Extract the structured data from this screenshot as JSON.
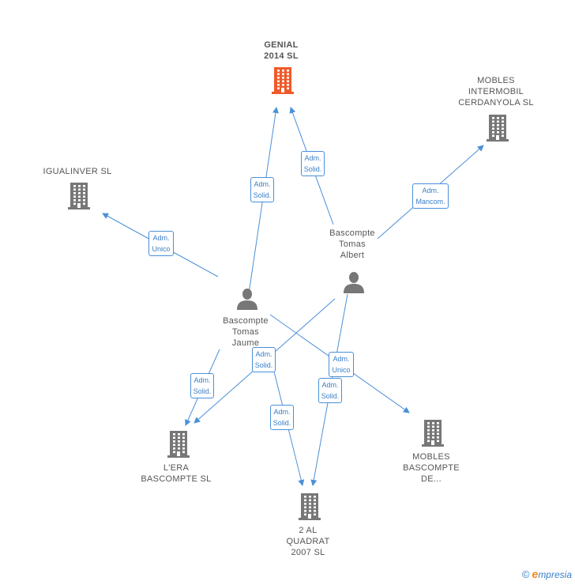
{
  "colors": {
    "edge": "#4a90d9",
    "company_main": "#f05a28",
    "company": "#777777",
    "person": "#777777"
  },
  "nodes": [
    {
      "id": "genial",
      "kind": "company-main",
      "label": "GENIAL\n2014  SL"
    },
    {
      "id": "mobles_inter",
      "kind": "company",
      "label": "MOBLES\nINTERMOBIL\nCERDANYOLA SL"
    },
    {
      "id": "igualinver",
      "kind": "company",
      "label": "IGUALINVER SL"
    },
    {
      "id": "albert",
      "kind": "person",
      "label": "Bascompte\nTomas\nAlbert"
    },
    {
      "id": "jaume",
      "kind": "person",
      "label": "Bascompte\nTomas\nJaume"
    },
    {
      "id": "lera",
      "kind": "company",
      "label": "L'ERA\nBASCOMPTE SL"
    },
    {
      "id": "mobles_basc",
      "kind": "company",
      "label": "MOBLES\nBASCOMPTE\nDE..."
    },
    {
      "id": "alquadrat",
      "kind": "company",
      "label": "2 AL\nQUADRAT\n2007  SL"
    }
  ],
  "edges": [
    {
      "from": "jaume",
      "to": "genial",
      "label": "Adm.\nSolid."
    },
    {
      "from": "albert",
      "to": "genial",
      "label": "Adm.\nSolid."
    },
    {
      "from": "albert",
      "to": "mobles_inter",
      "label": "Adm.\nMancom."
    },
    {
      "from": "jaume",
      "to": "igualinver",
      "label": "Adm.\nUnico"
    },
    {
      "from": "jaume",
      "to": "lera",
      "label": "Adm.\nSolid."
    },
    {
      "from": "albert",
      "to": "lera",
      "label": "Adm.\nSolid."
    },
    {
      "from": "jaume",
      "to": "mobles_basc",
      "label": "Adm.\nUnico"
    },
    {
      "from": "jaume",
      "to": "alquadrat",
      "label": "Adm.\nSolid."
    },
    {
      "from": "albert",
      "to": "alquadrat",
      "label": "Adm.\nSolid."
    }
  ],
  "footer": {
    "copyright": "©",
    "brand_initial": "e",
    "brand_rest": "mpresia"
  }
}
